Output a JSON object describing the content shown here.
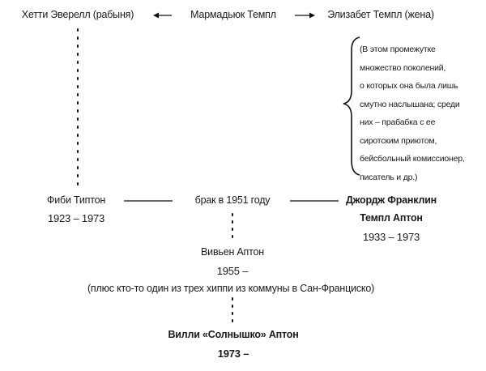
{
  "top": {
    "left": "Хетти Эверелл (рабыня)",
    "center": "Мармадьюк Темпл",
    "right": "Элизабет Темпл (жена)"
  },
  "note_lines": [
    "(В этом промежутке",
    "множество поколений,",
    "о которых она была лишь",
    "смутно наслышана; среди",
    "них – прабабка с ее",
    "сиротским приютом,",
    "бейсбольный комиссионер,",
    "писатель и др.)"
  ],
  "phoebe": {
    "name": "Фиби Типтон",
    "dates": "1923 – 1973"
  },
  "marriage": "брак в 1951 году",
  "george": {
    "name1": "Джордж Франклин",
    "name2": "Темпл Аптон",
    "dates": "1933 – 1973"
  },
  "vivien": {
    "name": "Вивьен Аптон",
    "dates": "1955 –"
  },
  "plus_note": "(плюс кто-то один из трех хиппи из коммуны в Сан-Франциско)",
  "willie": {
    "name": "Вилли «Солнышко» Аптон",
    "dates": "1973 –"
  }
}
